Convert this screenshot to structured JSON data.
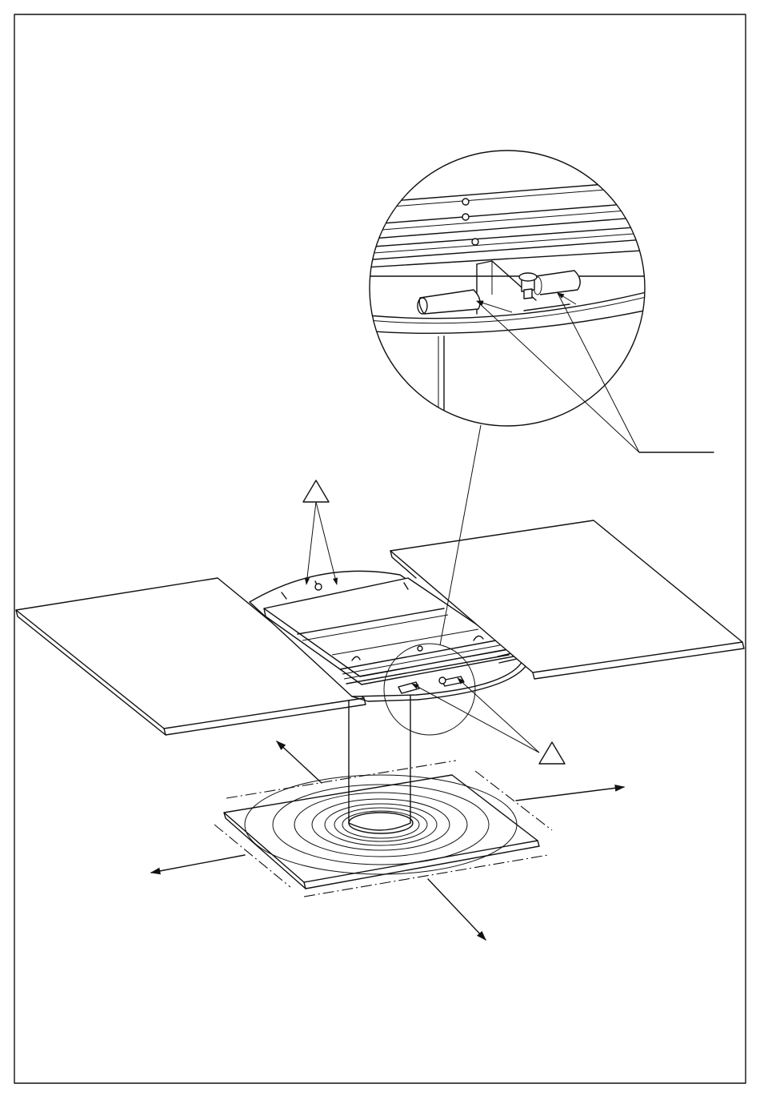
{
  "diagram": {
    "title": "",
    "line_color": "#111111",
    "background": "#ffffff",
    "callouts": [
      {
        "id": "triangle-top",
        "label": ""
      },
      {
        "id": "triangle-bottom",
        "label": ""
      }
    ],
    "parts": [
      "table-leaf-left",
      "table-leaf-right",
      "center-frame",
      "column",
      "base-plate",
      "detail-magnifier"
    ]
  }
}
